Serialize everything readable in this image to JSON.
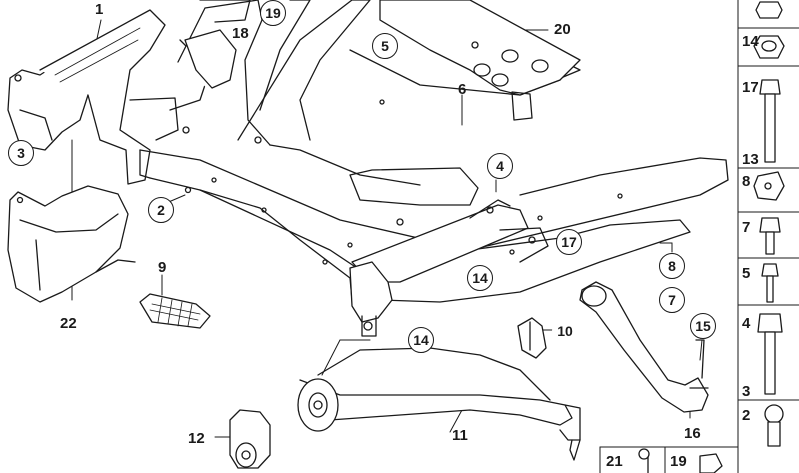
{
  "callouts": {
    "c1": "1",
    "c3": "3",
    "c2": "2",
    "c22": "22",
    "c9": "9",
    "c18": "18",
    "c19": "19",
    "c5": "5",
    "c20": "20",
    "c6": "6",
    "c4": "4",
    "c17": "17",
    "c14a": "14",
    "c14b": "14",
    "c8": "8",
    "c7": "7",
    "c10": "10",
    "c15": "15",
    "c12": "12",
    "c11": "11",
    "c16": "16",
    "c21": "21",
    "c19b": "19"
  },
  "sidebar": {
    "s14": "14",
    "s17": "17",
    "s13": "13",
    "s8": "8",
    "s7": "7",
    "s5": "5",
    "s4": "4",
    "s3": "3",
    "s2": "2"
  }
}
